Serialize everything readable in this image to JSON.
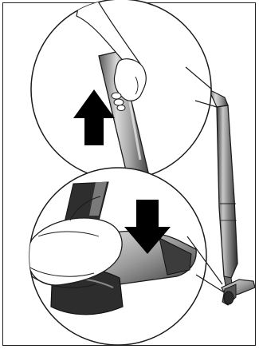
{
  "figure": {
    "panels": [
      {
        "id": "top-detail",
        "arrow_direction": "up"
      },
      {
        "id": "bottom-detail",
        "arrow_direction": "down"
      }
    ],
    "colors": {
      "outline": "#1a1a1a",
      "arrow": "#000000",
      "metal_light": "#d8d8d8",
      "metal_mid": "#9a9a9a",
      "metal_dark": "#4a4a4a"
    }
  }
}
